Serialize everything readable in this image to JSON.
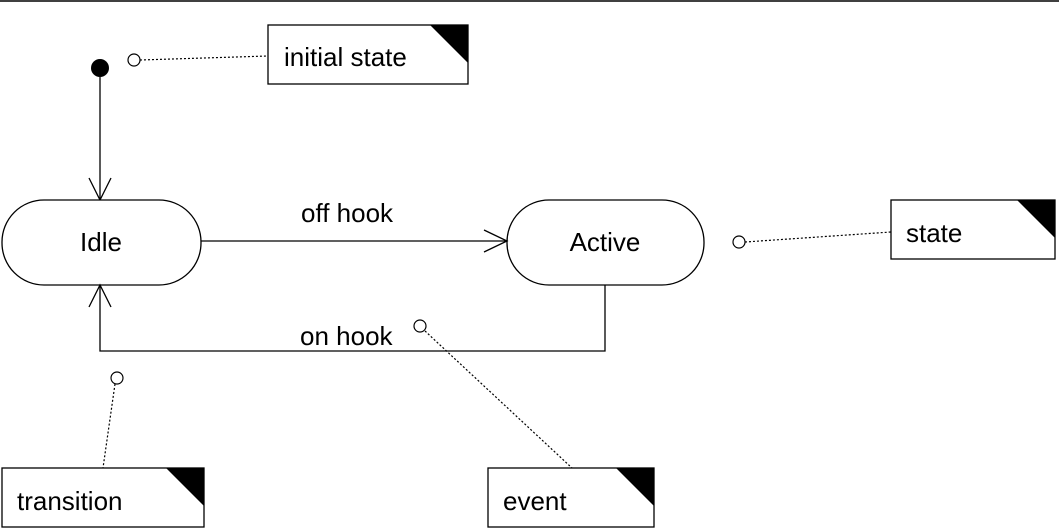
{
  "diagram": {
    "states": {
      "idle": "Idle",
      "active": "Active"
    },
    "events": {
      "off_hook": "off hook",
      "on_hook": "on hook"
    },
    "notes": {
      "initial_state": "initial state",
      "state": "state",
      "transition": "transition",
      "event": "event"
    }
  }
}
